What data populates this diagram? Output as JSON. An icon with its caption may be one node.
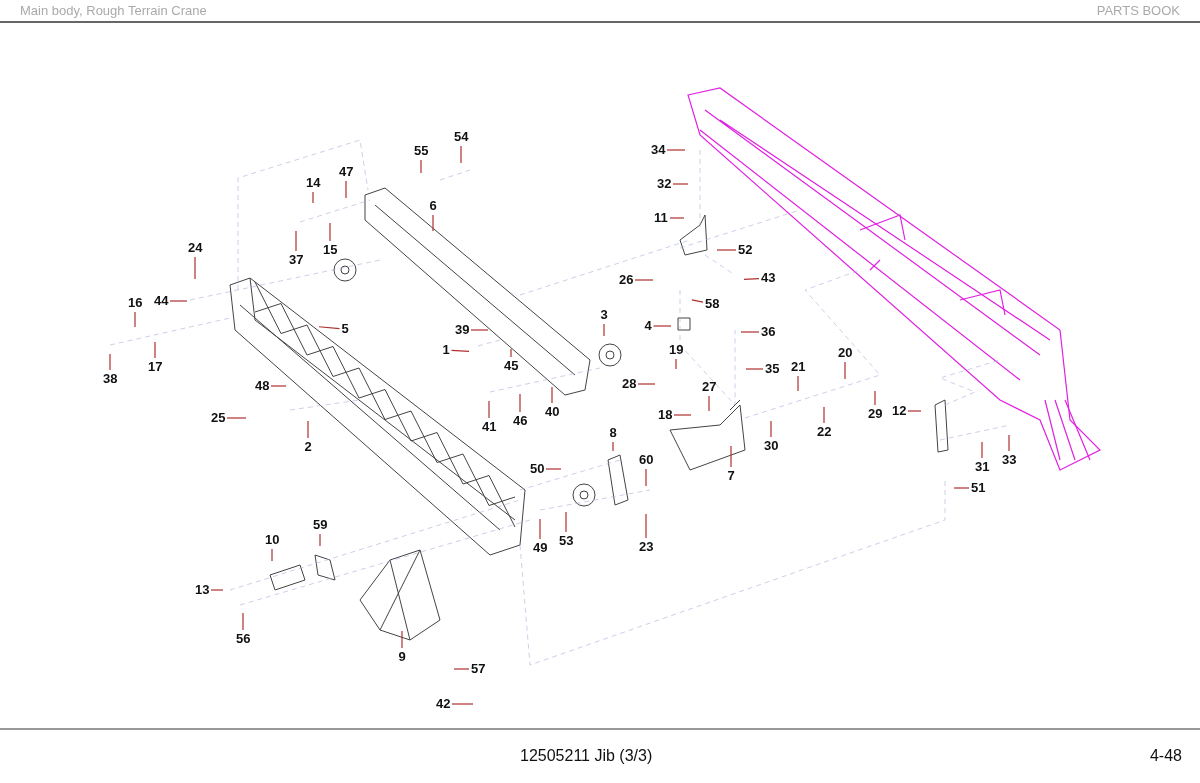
{
  "diagram": {
    "nodes": [
      {
        "text": [
          "1"
        ]
      },
      {
        "text": [
          "2"
        ]
      },
      {
        "text": [
          "3"
        ]
      },
      {
        "text": [
          "4"
        ]
      },
      {
        "text": [
          "5"
        ]
      },
      {
        "text": [
          "6"
        ]
      },
      {
        "text": [
          "7"
        ]
      },
      {
        "text": [
          "8"
        ]
      },
      {
        "text": [
          "9"
        ]
      },
      {
        "text": [
          "10"
        ]
      },
      {
        "text": [
          "11"
        ]
      },
      {
        "text": [
          "12"
        ]
      },
      {
        "text": [
          "13"
        ]
      },
      {
        "text": [
          "14"
        ]
      },
      {
        "text": [
          "15"
        ]
      },
      {
        "text": [
          "16"
        ]
      },
      {
        "text": [
          "17"
        ]
      },
      {
        "text": [
          "18"
        ]
      },
      {
        "text": [
          "19"
        ]
      },
      {
        "text": [
          "20"
        ]
      },
      {
        "text": [
          "21"
        ]
      },
      {
        "text": [
          "22"
        ]
      },
      {
        "text": [
          "23"
        ]
      },
      {
        "text": [
          "24"
        ]
      },
      {
        "text": [
          "25"
        ]
      },
      {
        "text": [
          "26"
        ]
      },
      {
        "text": [
          "27"
        ]
      },
      {
        "text": [
          "28"
        ]
      },
      {
        "text": [
          "29"
        ]
      },
      {
        "text": [
          "30"
        ]
      },
      {
        "text": [
          "31"
        ]
      },
      {
        "text": [
          "32"
        ]
      },
      {
        "text": [
          "33"
        ]
      },
      {
        "text": [
          "34"
        ]
      },
      {
        "text": [
          "35"
        ]
      },
      {
        "text": [
          "36"
        ]
      },
      {
        "text": [
          "37"
        ]
      },
      {
        "text": [
          "38"
        ]
      },
      {
        "text": [
          "39"
        ]
      },
      {
        "text": [
          "40"
        ]
      },
      {
        "text": [
          "41"
        ]
      },
      {
        "text": [
          "42"
        ]
      },
      {
        "text": [
          "43"
        ]
      },
      {
        "text": [
          "44"
        ]
      },
      {
        "text": [
          "45"
        ]
      },
      {
        "text": [
          "46"
        ]
      },
      {
        "text": [
          "47"
        ]
      },
      {
        "text": [
          "48"
        ]
      },
      {
        "text": [
          "49"
        ]
      },
      {
        "text": [
          "50"
        ]
      },
      {
        "text": [
          "51"
        ]
      },
      {
        "text": [
          "52"
        ]
      },
      {
        "text": [
          "53"
        ]
      },
      {
        "text": [
          "54"
        ]
      },
      {
        "text": [
          "55"
        ]
      },
      {
        "text": [
          "56"
        ]
      },
      {
        "text": [
          "57"
        ]
      },
      {
        "text": [
          "58"
        ]
      },
      {
        "text": [
          "59"
        ]
      },
      {
        "text": [
          "60"
        ]
      }
    ],
    "edges": [
      {
        "from": 0,
        "to": null,
        "arrow": "none"
      },
      {
        "from": 1,
        "to": null,
        "arrow": "none"
      },
      {
        "from": 2,
        "to": null,
        "arrow": "none"
      },
      {
        "from": 3,
        "to": null,
        "arrow": "none"
      },
      {
        "from": 4,
        "to": null,
        "arrow": "none"
      },
      {
        "from": 5,
        "to": null,
        "arrow": "none"
      },
      {
        "from": 6,
        "to": null,
        "arrow": "none"
      },
      {
        "from": 7,
        "to": null,
        "arrow": "none"
      },
      {
        "from": 8,
        "to": null,
        "arrow": "none"
      },
      {
        "from": 9,
        "to": null,
        "arrow": "none"
      },
      {
        "from": 10,
        "to": null,
        "arrow": "none"
      },
      {
        "from": 11,
        "to": null,
        "arrow": "none"
      },
      {
        "from": 12,
        "to": null,
        "arrow": "none"
      },
      {
        "from": 13,
        "to": null,
        "arrow": "none"
      },
      {
        "from": 14,
        "to": null,
        "arrow": "none"
      },
      {
        "from": 15,
        "to": null,
        "arrow": "none"
      },
      {
        "from": 16,
        "to": null,
        "arrow": "none"
      },
      {
        "from": 17,
        "to": null,
        "arrow": "none"
      },
      {
        "from": 18,
        "to": null,
        "arrow": "none"
      },
      {
        "from": 19,
        "to": null,
        "arrow": "none"
      },
      {
        "from": 20,
        "to": null,
        "arrow": "none"
      },
      {
        "from": 21,
        "to": null,
        "arrow": "none"
      },
      {
        "from": 22,
        "to": null,
        "arrow": "none"
      },
      {
        "from": 23,
        "to": null,
        "arrow": "none"
      },
      {
        "from": 24,
        "to": null,
        "arrow": "none"
      },
      {
        "from": 25,
        "to": null,
        "arrow": "none"
      },
      {
        "from": 26,
        "to": null,
        "arrow": "none"
      },
      {
        "from": 27,
        "to": null,
        "arrow": "none"
      },
      {
        "from": 28,
        "to": null,
        "arrow": "none"
      },
      {
        "from": 29,
        "to": null,
        "arrow": "none"
      },
      {
        "from": 30,
        "to": null,
        "arrow": "none"
      },
      {
        "from": 31,
        "to": null,
        "arrow": "none"
      },
      {
        "from": 32,
        "to": null,
        "arrow": "none"
      },
      {
        "from": 33,
        "to": null,
        "arrow": "none"
      },
      {
        "from": 34,
        "to": null,
        "arrow": "none"
      },
      {
        "from": 35,
        "to": null,
        "arrow": "none"
      },
      {
        "from": 36,
        "to": null,
        "arrow": "none"
      },
      {
        "from": 37,
        "to": null,
        "arrow": "none"
      },
      {
        "from": 38,
        "to": null,
        "arrow": "none"
      },
      {
        "from": 39,
        "to": null,
        "arrow": "none"
      },
      {
        "from": 40,
        "to": null,
        "arrow": "none"
      },
      {
        "from": 41,
        "to": null,
        "arrow": "none"
      },
      {
        "from": 42,
        "to": null,
        "arrow": "none"
      },
      {
        "from": 43,
        "to": null,
        "arrow": "none"
      },
      {
        "from": 44,
        "to": null,
        "arrow": "none"
      },
      {
        "from": 45,
        "to": null,
        "arrow": "none"
      },
      {
        "from": 46,
        "to": null,
        "arrow": "none"
      },
      {
        "from": 47,
        "to": null,
        "arrow": "none"
      },
      {
        "from": 48,
        "to": null,
        "arrow": "none"
      },
      {
        "from": 49,
        "to": null,
        "arrow": "none"
      },
      {
        "from": 50,
        "to": null,
        "arrow": "none"
      },
      {
        "from": 51,
        "to": null,
        "arrow": "none"
      },
      {
        "from": 52,
        "to": null,
        "arrow": "none"
      },
      {
        "from": 53,
        "to": null,
        "arrow": "none"
      },
      {
        "from": 54,
        "to": null,
        "arrow": "none"
      },
      {
        "from": 55,
        "to": null,
        "arrow": "none"
      },
      {
        "from": 56,
        "to": null,
        "arrow": "none"
      },
      {
        "from": 57,
        "to": null,
        "arrow": "none"
      },
      {
        "from": 58,
        "to": null,
        "arrow": "none"
      },
      {
        "from": 59,
        "to": null,
        "arrow": "none"
      }
    ],
    "labels": [
      "Main body, Rough Terrain Crane",
      "PARTS BOOK",
      "12505211 Jib (3/3)",
      "4-48"
    ]
  }
}
